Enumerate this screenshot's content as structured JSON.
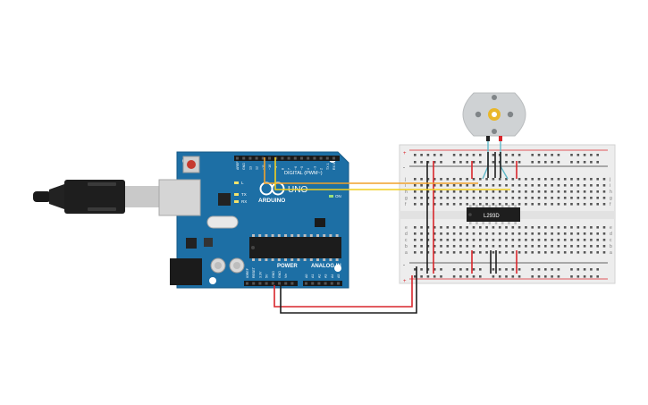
{
  "arduino": {
    "brand": "ARDUINO",
    "model": "UNO",
    "digital_label": "DIGITAL (PWM~)",
    "power_label": "POWER",
    "analog_label": "ANALOG IN",
    "on_label": "ON",
    "tx_label": "TX",
    "rx_label": "RX",
    "l_label": "L",
    "top_pins": [
      "AREF",
      "GND",
      "13",
      "12",
      "~11",
      "~10",
      "~9",
      "8",
      "7",
      "~6",
      "~5",
      "4",
      "~3",
      "2",
      "TX 1",
      "RX 0"
    ],
    "power_pins": [
      "IOREF",
      "RESET",
      "3.3V",
      "5V",
      "GND",
      "GND",
      "Vin"
    ],
    "analog_pins": [
      "A0",
      "A1",
      "A2",
      "A3",
      "A4",
      "A5"
    ]
  },
  "breadboard": {
    "row_letters_top": [
      "j",
      "i",
      "h",
      "g",
      "f"
    ],
    "row_letters_bottom": [
      "e",
      "d",
      "c",
      "b",
      "a"
    ],
    "plus_label": "+",
    "minus_label": "-"
  },
  "ic": {
    "label": "L293D"
  },
  "colors": {
    "board": "#1d6fa5",
    "board_dark": "#15557f",
    "wire_red": "#d9262b",
    "wire_black": "#222222",
    "wire_orange": "#f0a22c",
    "wire_yellow": "#f2cf1f",
    "wire_teal": "#5fb8c8",
    "breadboard": "#ececec",
    "motor": "#cfd2d4",
    "motor_shaft": "#e9b72a"
  }
}
